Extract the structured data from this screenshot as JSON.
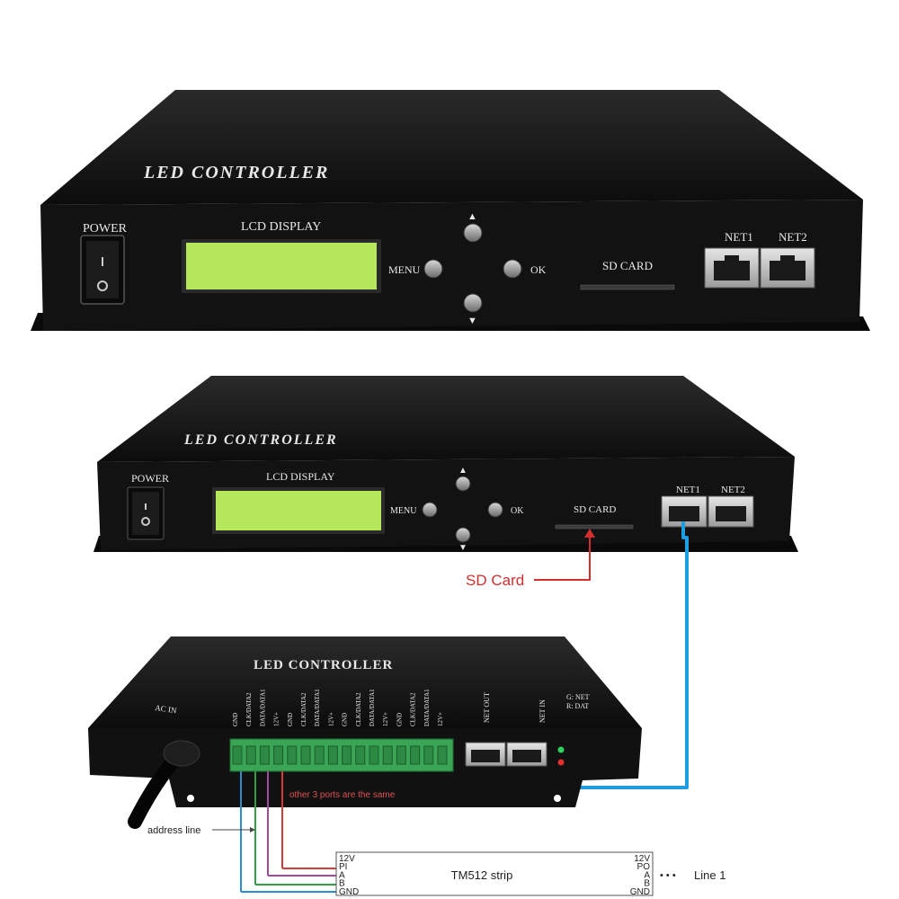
{
  "unit1": {
    "brand": "LED CONTROLLER",
    "power": "POWER",
    "lcd": "LCD DISPLAY",
    "menu": "MENU",
    "ok": "OK",
    "sd": "SD CARD",
    "net1": "NET1",
    "net2": "NET2"
  },
  "unit2": {
    "brand": "LED CONTROLLER",
    "power": "POWER",
    "lcd": "LCD DISPLAY",
    "menu": "MENU",
    "ok": "OK",
    "sd": "SD CARD",
    "net1": "NET1",
    "net2": "NET2"
  },
  "callout": {
    "sd_card": "SD Card"
  },
  "unit3": {
    "brand": "LED CONTROLLER",
    "ac_in": "AC IN",
    "net_out": "NET OUT",
    "net_in": "NET IN",
    "indicator_net": "G: NET",
    "indicator_dat": "R: DAT",
    "terminal_labels": [
      "GND",
      "CLK/DATA2",
      "DATA/DATA1",
      "12V+",
      "GND",
      "CLK/DATA2",
      "DATA/DATA1",
      "12V+",
      "GND",
      "CLK/DATA2",
      "DATA/DATA1",
      "12V+",
      "GND",
      "CLK/DATA2",
      "DATA/DATA1",
      "12V+"
    ],
    "note": "other 3 ports are the same"
  },
  "wiring": {
    "address_line": "address line",
    "strip_name": "TM512 strip",
    "left_pins": [
      "12V",
      "PI",
      "A",
      "B",
      "GND"
    ],
    "right_pins": [
      "12V",
      "PO",
      "A",
      "B",
      "GND"
    ],
    "ellipsis": "• • •",
    "line_label": "Line 1"
  },
  "colors": {
    "body": "#141414",
    "lcd": "#b6e65a",
    "terminal": "#3aa655",
    "callout": "#d32f2f",
    "cable": "#1e9ee0",
    "wire_red": "#d93a3a",
    "wire_purple": "#a14a9e",
    "wire_green": "#2e9e48",
    "wire_blue": "#2a8fd0"
  }
}
